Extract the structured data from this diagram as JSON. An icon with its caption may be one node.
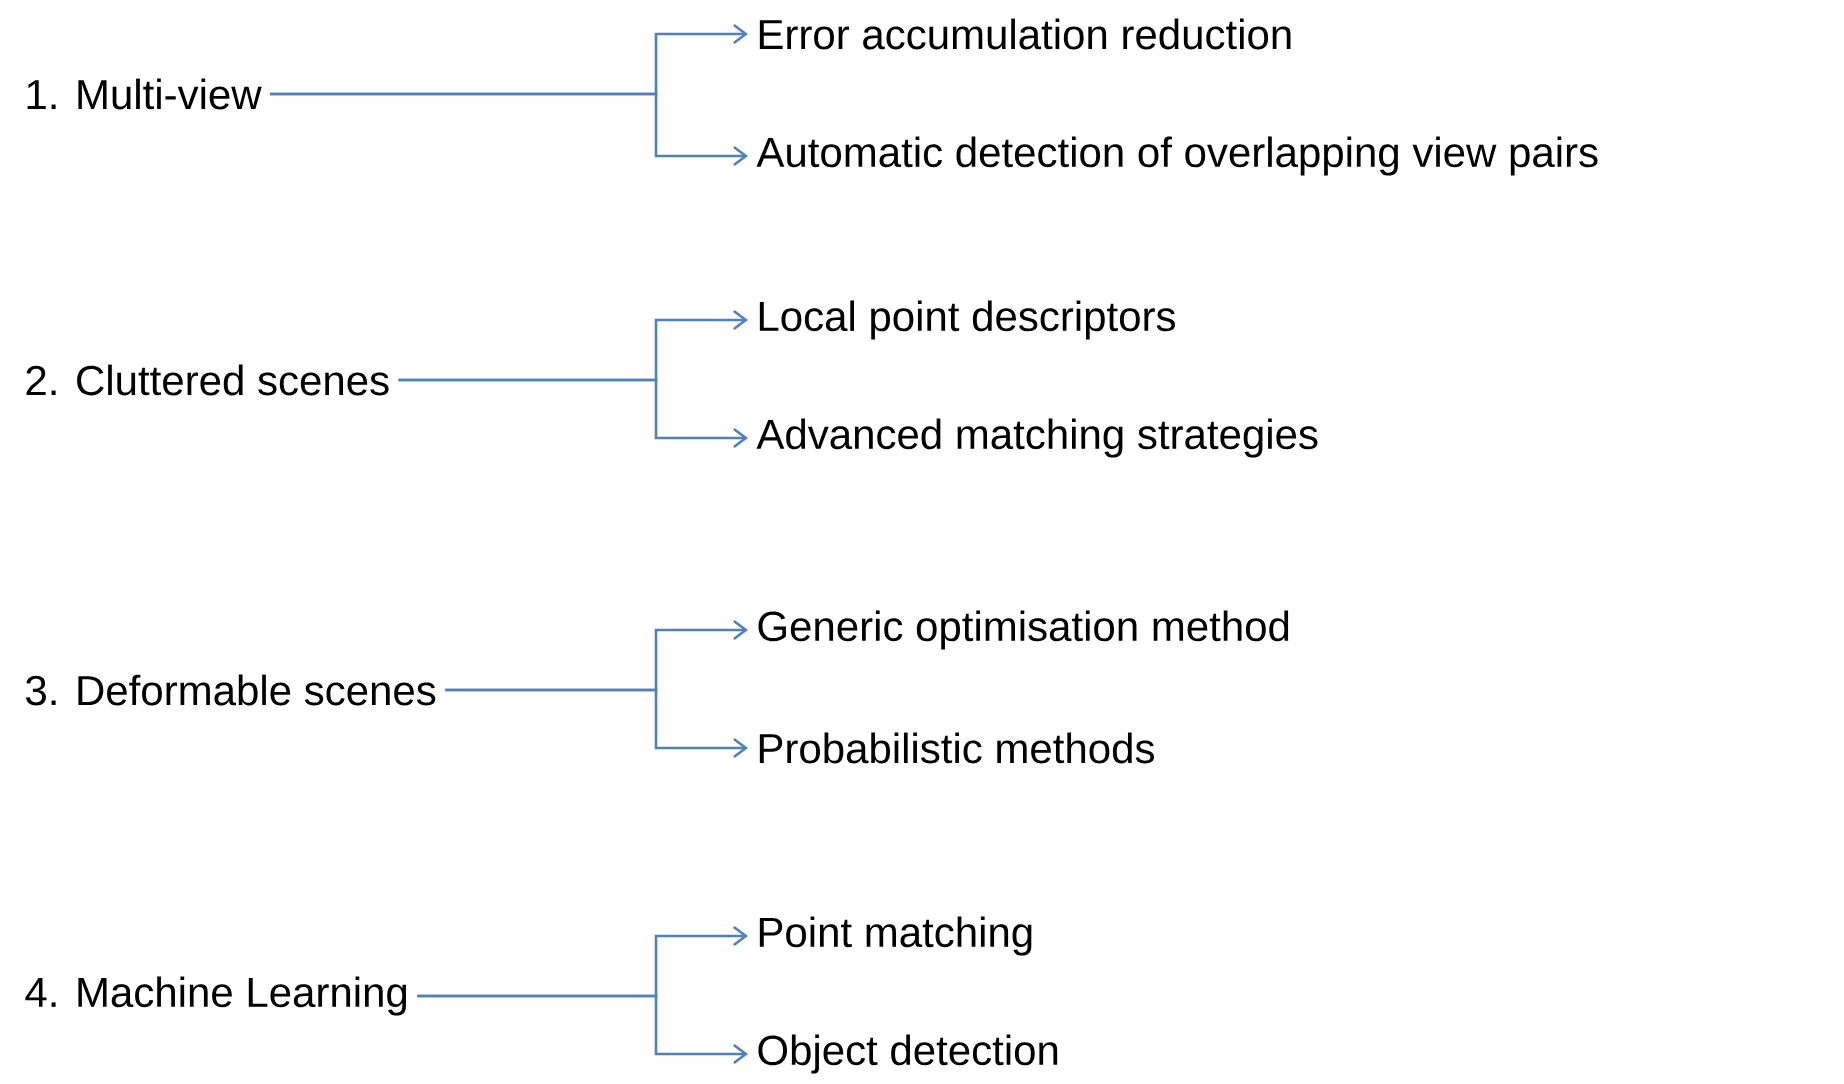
{
  "diagram": {
    "nodes": [
      {
        "text": [
          "1. Multi-view"
        ]
      },
      {
        "text": [
          "Error accumulation reduction"
        ]
      },
      {
        "text": [
          "Automatic detection of overlapping view pairs"
        ]
      },
      {
        "text": [
          "2. Cluttered scenes"
        ]
      },
      {
        "text": [
          "Local point descriptors"
        ]
      },
      {
        "text": [
          "Advanced matching strategies"
        ]
      },
      {
        "text": [
          "3. Deformable scenes"
        ]
      },
      {
        "text": [
          "Generic optimisation method"
        ]
      },
      {
        "text": [
          "Probabilistic methods"
        ]
      },
      {
        "text": [
          "4. Machine Learning"
        ]
      },
      {
        "text": [
          "Point matching"
        ]
      },
      {
        "text": [
          "Object detection"
        ]
      }
    ],
    "edges": [
      {
        "from": 0,
        "to": 1,
        "arrow": "to"
      },
      {
        "from": 0,
        "to": 2,
        "arrow": "to"
      },
      {
        "from": 3,
        "to": 4,
        "arrow": "to"
      },
      {
        "from": 3,
        "to": 5,
        "arrow": "to"
      },
      {
        "from": 6,
        "to": 7,
        "arrow": "to"
      },
      {
        "from": 6,
        "to": 8,
        "arrow": "to"
      },
      {
        "from": 9,
        "to": 10,
        "arrow": "to"
      },
      {
        "from": 9,
        "to": 11,
        "arrow": "to"
      }
    ]
  }
}
